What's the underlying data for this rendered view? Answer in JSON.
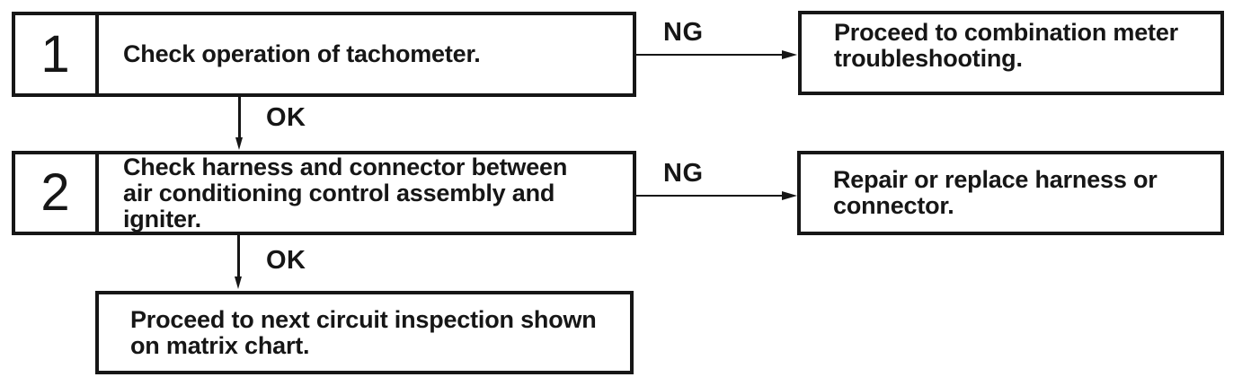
{
  "flowchart": {
    "steps": [
      {
        "number": "1",
        "action": "Check operation of tachometer.",
        "ng_label": "NG",
        "ng_result": "Proceed to combination meter\ntroubleshooting.",
        "ok_label": "OK"
      },
      {
        "number": "2",
        "action": "Check harness and connector between\nair conditioning control assembly and\nigniter.",
        "ng_label": "NG",
        "ng_result": "Repair or replace harness or\nconnector.",
        "ok_label": "OK"
      }
    ],
    "final_action": "Proceed to next circuit inspection shown\non matrix chart."
  },
  "colors": {
    "ink": "#161616",
    "background": "#ffffff"
  }
}
